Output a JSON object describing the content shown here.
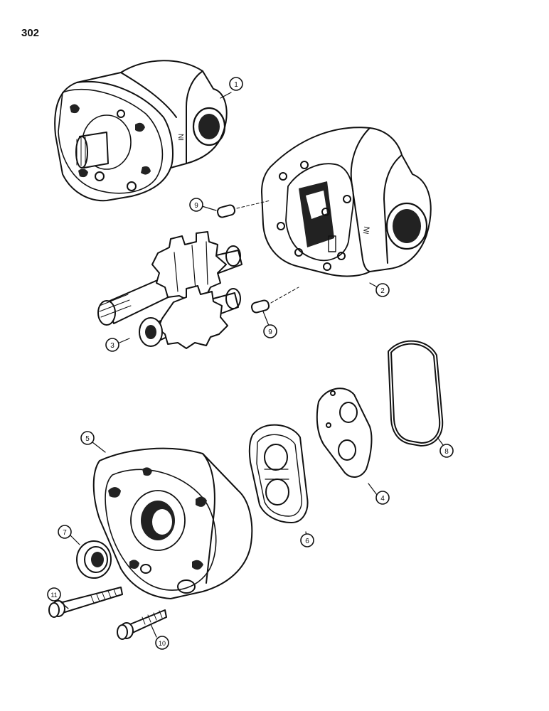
{
  "page": {
    "number": "302"
  },
  "callouts": [
    {
      "id": "housing-assembly",
      "label": "1"
    },
    {
      "id": "pump-body",
      "label": "2"
    },
    {
      "id": "gear-set",
      "label": "3"
    },
    {
      "id": "wear-plate",
      "label": "4"
    },
    {
      "id": "cover",
      "label": "5"
    },
    {
      "id": "gasket-seal",
      "label": "6"
    },
    {
      "id": "shaft-seal",
      "label": "7"
    },
    {
      "id": "o-ring",
      "label": "8"
    },
    {
      "id": "dowel-pin-upper",
      "label": "9"
    },
    {
      "id": "dowel-pin-lower",
      "label": "9"
    },
    {
      "id": "short-bolt",
      "label": "10"
    },
    {
      "id": "long-bolt",
      "label": "11"
    }
  ],
  "body_markings": {
    "housing_inlet": "IN",
    "body_inlet": "IN"
  },
  "colors": {
    "ink": "#111111",
    "paper": "#ffffff",
    "shade": "#222222"
  }
}
